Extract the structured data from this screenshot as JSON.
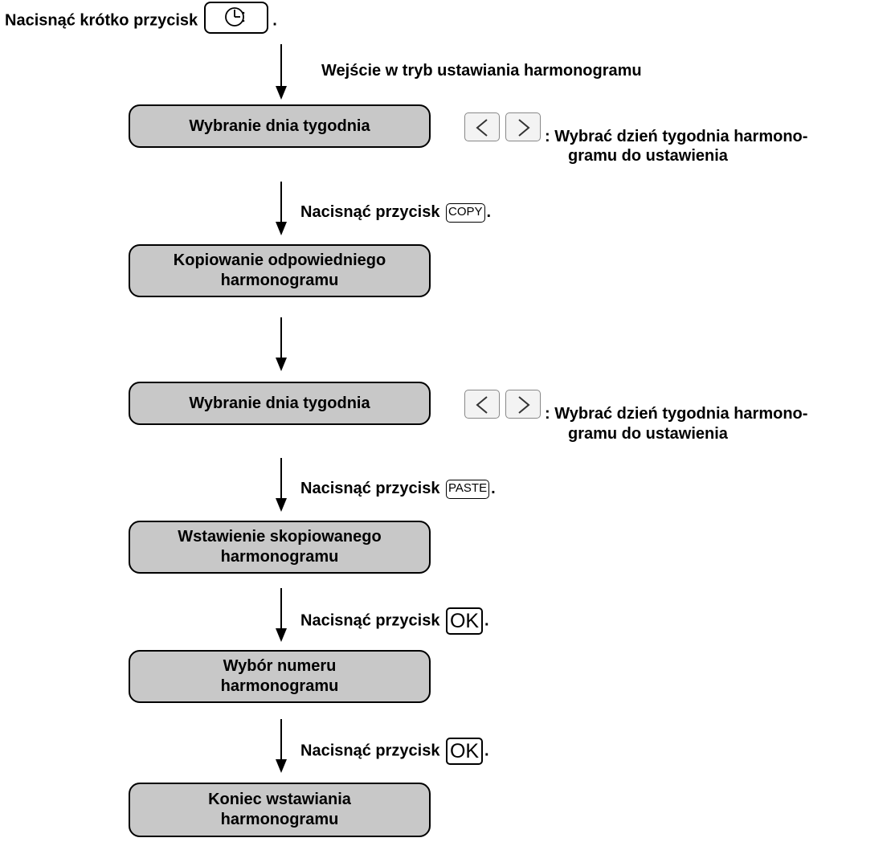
{
  "start": {
    "prefix": "Nacisnąć krótko przycisk",
    "suffix": ".",
    "key_icon": "clock-timer-icon"
  },
  "entry_label": "Wejście w tryb ustawiania harmonogramu",
  "steps": [
    {
      "line1": "Wybranie dnia tygodnia",
      "line2": ""
    },
    {
      "line1": "Kopiowanie odpowiedniego",
      "line2": "harmonogramu"
    },
    {
      "line1": "Wybranie dnia tygodnia",
      "line2": ""
    },
    {
      "line1": "Wstawienie skopiowanego",
      "line2": "harmonogramu"
    },
    {
      "line1": "Wybór numeru",
      "line2": "harmonogramu"
    },
    {
      "line1": "Koniec wstawiania",
      "line2": "harmonogramu"
    }
  ],
  "actions": [
    {
      "text": "Nacisnąć przycisk",
      "key": "COPY",
      "suffix": "."
    },
    {
      "text": "Nacisnąć przycisk",
      "key": "PASTE",
      "suffix": "."
    },
    {
      "text": "Nacisnąć przycisk",
      "key": "OK",
      "suffix": "."
    },
    {
      "text": "Nacisnąć przycisk",
      "key": "OK",
      "suffix": "."
    }
  ],
  "day_select": {
    "line1": ": Wybrać dzień tygodnia harmono-",
    "line2": "gramu do ustawienia",
    "left_key_icon": "chevron-left-icon",
    "right_key_icon": "chevron-right-icon"
  },
  "colors": {
    "box_fill": "#c8c8c8",
    "outline": "#000000"
  }
}
